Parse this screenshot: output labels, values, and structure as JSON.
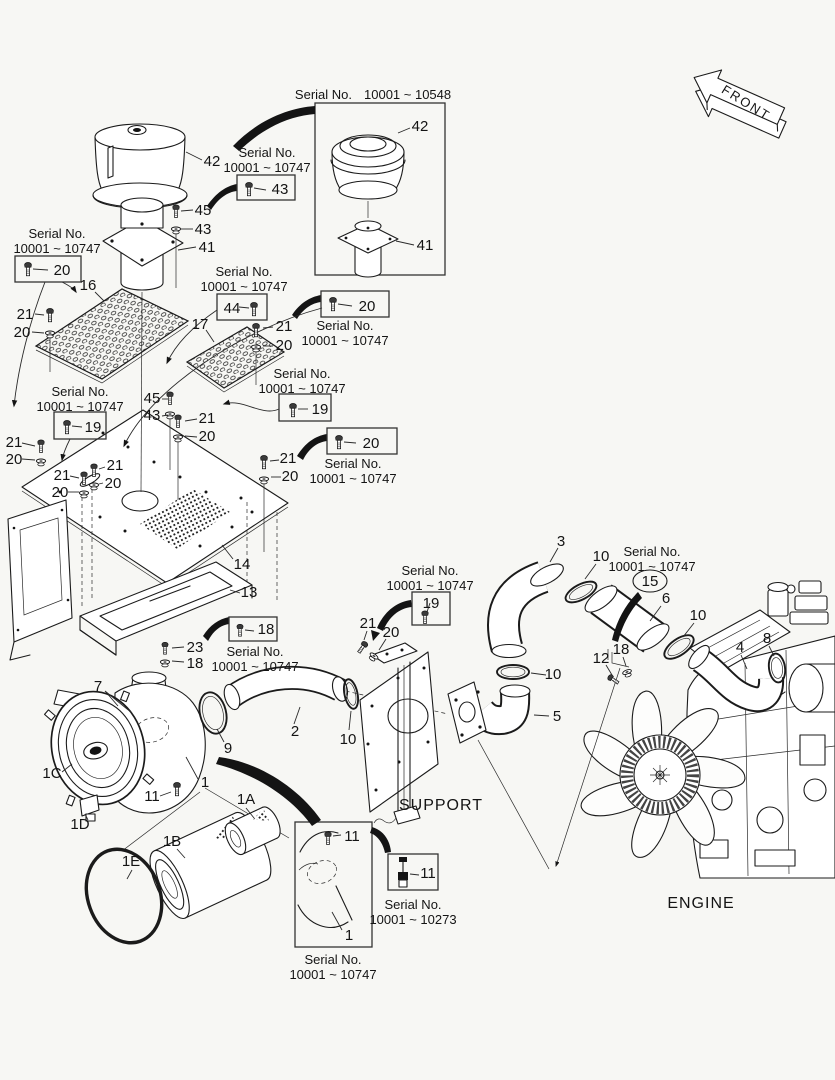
{
  "diagram": {
    "type": "exploded-parts-diagram",
    "subject": "air cleaner and intake piping",
    "bg": "#f7f7f4",
    "line_color": "#1b1b1b"
  },
  "orientation": {
    "front": "FRONT"
  },
  "areas": {
    "support": "SUPPORT",
    "engine": "ENGINE"
  },
  "serial": {
    "label": "Serial No.",
    "range_a": "10001 ~ 10747",
    "range_b": "10001 ~ 10548",
    "range_c": "10001 ~ 10273"
  },
  "parts": {
    "p1": "1",
    "p1a": "1A",
    "p1b": "1B",
    "p1c": "1C",
    "p1d": "1D",
    "p1e": "1E",
    "p2": "2",
    "p3": "3",
    "p4": "4",
    "p5": "5",
    "p6": "6",
    "p7": "7",
    "p8": "8",
    "p9": "9",
    "p10": "10",
    "p11": "11",
    "p12": "12",
    "p13": "13",
    "p14": "14",
    "p15": "15",
    "p16": "16",
    "p17": "17",
    "p18": "18",
    "p19": "19",
    "p20": "20",
    "p21": "21",
    "p23": "23",
    "p41": "41",
    "p42": "42",
    "p43": "43",
    "p44": "44",
    "p45": "45"
  }
}
